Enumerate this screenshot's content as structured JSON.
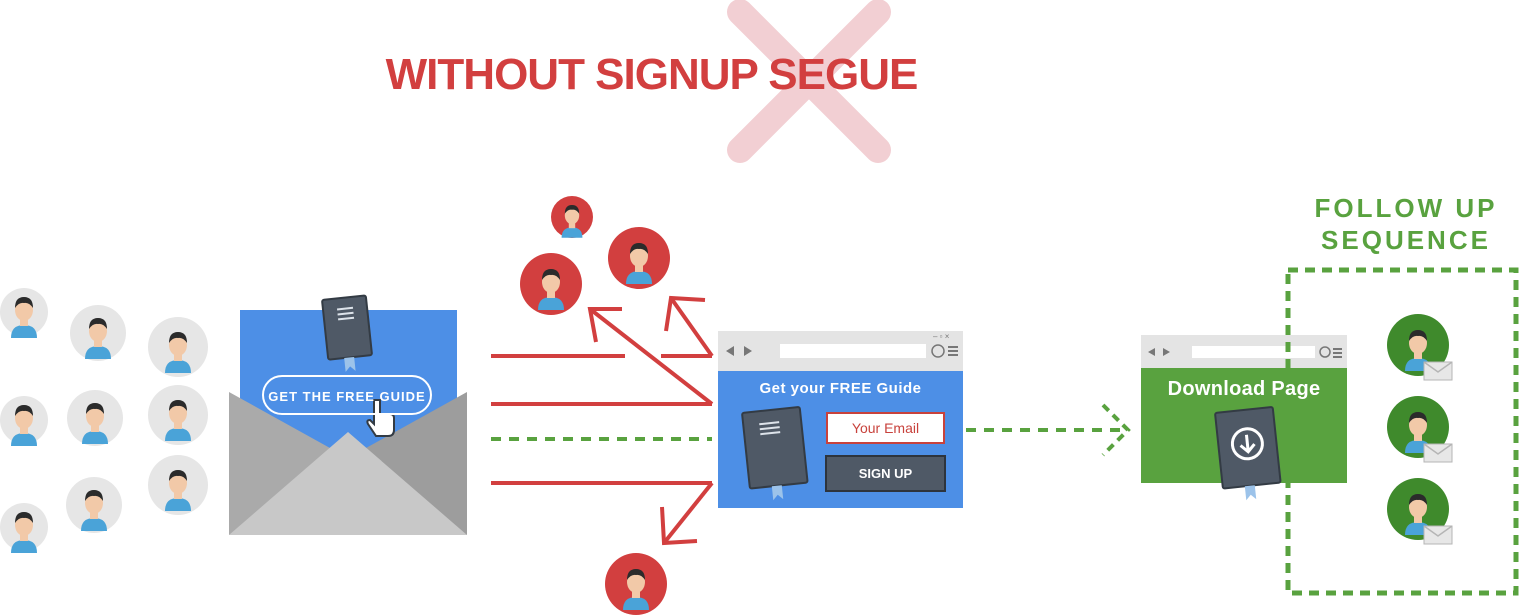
{
  "heading": {
    "text": "WITHOUT SIGNUP SEGUE"
  },
  "follow_up": {
    "line1": "FOLLOW UP",
    "line2": "SEQUENCE"
  },
  "email_card": {
    "cta_label": "GET THE FREE GUIDE"
  },
  "signup_form": {
    "title": "Get your FREE Guide",
    "email_placeholder": "Your Email",
    "button_label": "SIGN UP"
  },
  "download_page": {
    "title": "Download Page"
  },
  "colors": {
    "red": "#d23f3f",
    "green": "#59a23f",
    "blue": "#4d8fe6",
    "cross": "#f0c9cc",
    "slate": "#4f5966"
  },
  "icons": [
    "guide-book-icon",
    "pointer-hand-icon",
    "download-icon",
    "mail-icon",
    "person-avatar-icon"
  ]
}
